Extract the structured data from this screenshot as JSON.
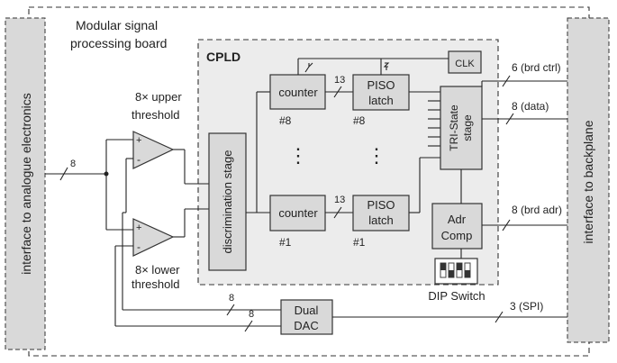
{
  "board": {
    "title_line1": "Modular signal",
    "title_line2": "processing board"
  },
  "cpld": {
    "label": "CPLD"
  },
  "left_interface": {
    "label": "interface to analogue electronics"
  },
  "right_interface": {
    "label": "interface to backplane"
  },
  "input_bus_width": "8",
  "comparators": {
    "upper_label_1": "8× upper",
    "upper_label_2": "threshold",
    "lower_label_1": "8× lower",
    "lower_label_2": "threshold",
    "plus": "+",
    "minus": "-"
  },
  "discrimination": {
    "label": "discrimination stage"
  },
  "counters": {
    "label": "counter",
    "top_index": "#8",
    "bottom_index": "#1",
    "bus": "13"
  },
  "piso": {
    "line1": "PISO",
    "line2": "latch",
    "top_index": "#8",
    "bottom_index": "#1",
    "bus": "13"
  },
  "tri_state": {
    "label_1": "TRI-State",
    "label_2": "stage"
  },
  "clk": {
    "label": "CLK"
  },
  "adr_comp": {
    "line1": "Adr",
    "line2": "Comp"
  },
  "dip_switch": {
    "label": "DIP Switch"
  },
  "dac": {
    "line1": "Dual",
    "line2": "DAC",
    "bus_a": "8",
    "bus_b": "8"
  },
  "signals": {
    "brd_ctrl": "6 (brd ctrl)",
    "data": "8 (data)",
    "brd_adr": "8 (brd adr)",
    "spi": "3 (SPI)"
  },
  "ellipsis": "⋮"
}
